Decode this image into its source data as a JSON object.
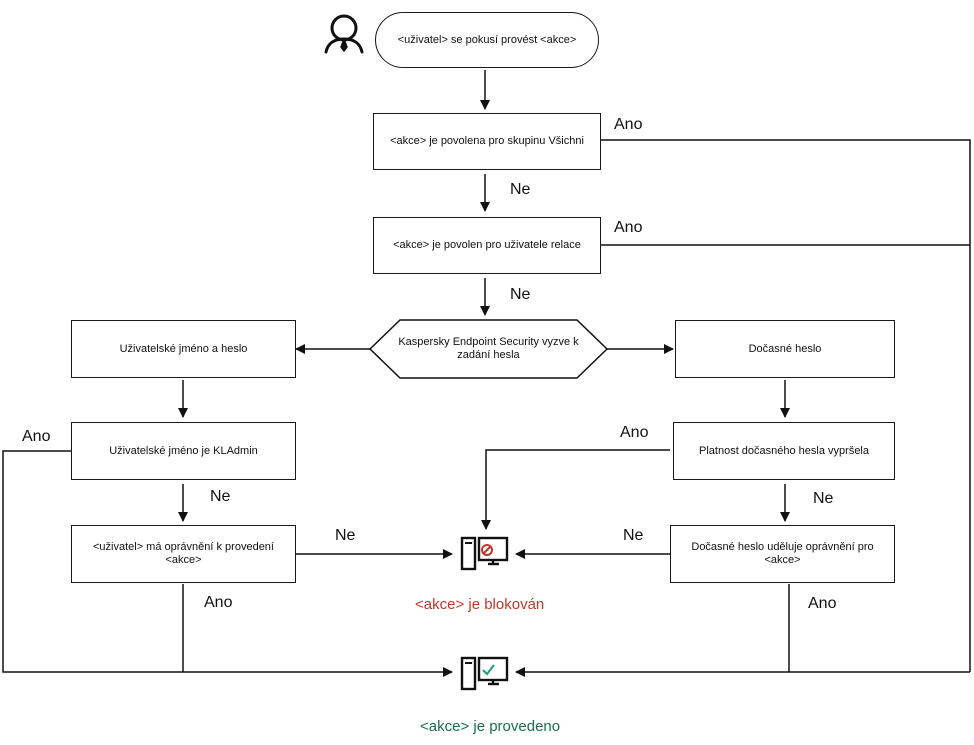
{
  "nodes": {
    "start": "<uživatel> se pokusí provést <akce>",
    "allowed_all": "<akce> je povolena pro skupinu Všichni",
    "allowed_session": "<akce> je povolen pro uživatele relace",
    "prompt": "Kaspersky Endpoint Security vyzve k zadání hesla",
    "user_pass": "Uživatelské jméno a heslo",
    "temp_pass": "Dočasné heslo",
    "is_kladmin": "Uživatelské jméno je KLAdmin",
    "temp_expired": "Platnost dočasného hesla vypršela",
    "user_perm": "<uživatel> má oprávnění k provedení <akce>",
    "temp_perm": "Dočasné heslo uděluje oprávnění pro <akce>"
  },
  "labels": {
    "yes": "Ano",
    "no": "Ne"
  },
  "results": {
    "blocked": "<akce> je blokován",
    "executed": "<akce> je provedeno"
  },
  "colors": {
    "blocked": "#c0392b",
    "executed": "#1a6b4f",
    "check": "#1fa37a"
  },
  "icons": {
    "actor": "user-icon",
    "blocked": "computer-blocked-icon",
    "executed": "computer-allowed-icon"
  }
}
